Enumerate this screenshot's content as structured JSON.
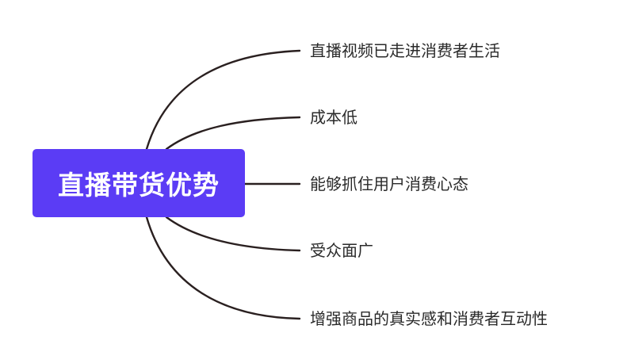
{
  "diagram": {
    "center": {
      "label": "直播带货优势"
    },
    "branches": [
      {
        "label": "直播视频已走进消费者生活"
      },
      {
        "label": "成本低"
      },
      {
        "label": "能够抓住用户消费心态"
      },
      {
        "label": "受众面广"
      },
      {
        "label": "增强商品的真实感和消费者互动性"
      }
    ],
    "colors": {
      "center_fill": "#5b3cf5",
      "center_text": "#ffffff",
      "connector": "#2a2020",
      "branch_text": "#2a2a2a",
      "background": "#ffffff"
    }
  }
}
